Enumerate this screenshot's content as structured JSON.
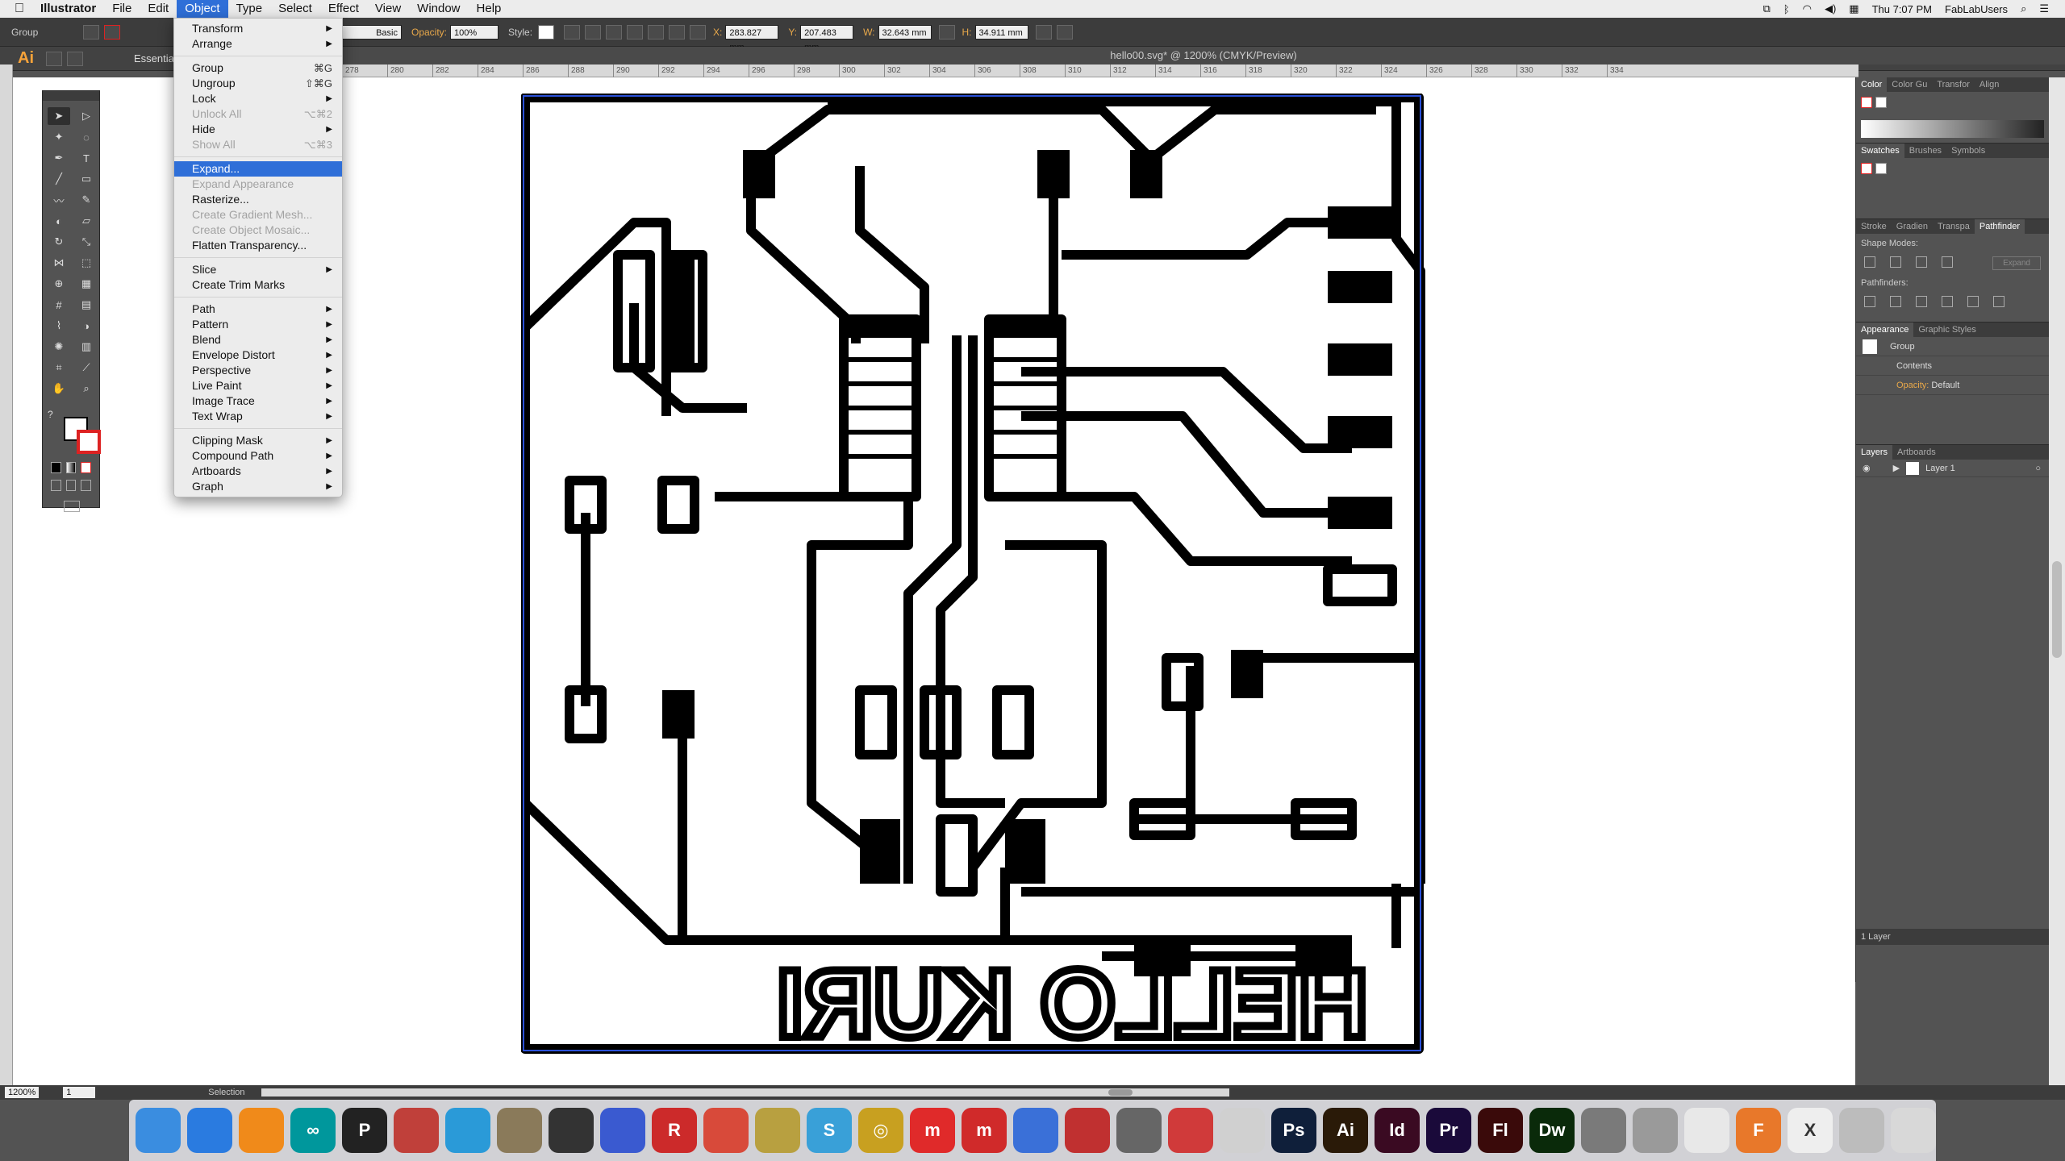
{
  "menubar": {
    "app_name": "Illustrator",
    "items": [
      "File",
      "Edit",
      "Object",
      "Type",
      "Select",
      "Effect",
      "View",
      "Window",
      "Help"
    ],
    "active_item": "Object",
    "clock": "Thu 7:07 PM",
    "user": "FabLabUsers"
  },
  "controlbar": {
    "selection_label": "Group",
    "stroke_style": "Basic",
    "opacity_label": "Opacity:",
    "opacity_value": "100%",
    "style_label": "Style:",
    "x_label": "X:",
    "x_value": "283.827 mm",
    "y_label": "Y:",
    "y_value": "207.483 mm",
    "w_label": "W:",
    "w_value": "32.643 mm",
    "h_label": "H:",
    "h_value": "34.911 mm"
  },
  "appbar": {
    "logo": "Ai",
    "workspace": "Essentials"
  },
  "document": {
    "tab_title": "hello00.svg* @ 1200% (CMYK/Preview)",
    "ruler_ticks": [
      "278",
      "280",
      "282",
      "284",
      "286",
      "288",
      "290",
      "292",
      "294",
      "296",
      "298",
      "300",
      "302",
      "304",
      "306",
      "308",
      "310",
      "312",
      "314",
      "316",
      "318",
      "320",
      "322",
      "324",
      "326",
      "328",
      "330",
      "332",
      "334"
    ]
  },
  "object_menu": {
    "items": [
      {
        "label": "Transform",
        "shortcut": "",
        "submenu": true,
        "disabled": false
      },
      {
        "label": "Arrange",
        "shortcut": "",
        "submenu": true,
        "disabled": false
      },
      {
        "sep": true
      },
      {
        "label": "Group",
        "shortcut": "⌘G",
        "submenu": false,
        "disabled": false
      },
      {
        "label": "Ungroup",
        "shortcut": "⇧⌘G",
        "submenu": false,
        "disabled": false
      },
      {
        "label": "Lock",
        "shortcut": "",
        "submenu": true,
        "disabled": false
      },
      {
        "label": "Unlock All",
        "shortcut": "⌥⌘2",
        "submenu": false,
        "disabled": true
      },
      {
        "label": "Hide",
        "shortcut": "",
        "submenu": true,
        "disabled": false
      },
      {
        "label": "Show All",
        "shortcut": "⌥⌘3",
        "submenu": false,
        "disabled": true
      },
      {
        "sep": true
      },
      {
        "label": "Expand...",
        "shortcut": "",
        "submenu": false,
        "disabled": false,
        "highlighted": true
      },
      {
        "label": "Expand Appearance",
        "shortcut": "",
        "submenu": false,
        "disabled": true
      },
      {
        "label": "Rasterize...",
        "shortcut": "",
        "submenu": false,
        "disabled": false
      },
      {
        "label": "Create Gradient Mesh...",
        "shortcut": "",
        "submenu": false,
        "disabled": true
      },
      {
        "label": "Create Object Mosaic...",
        "shortcut": "",
        "submenu": false,
        "disabled": true
      },
      {
        "label": "Flatten Transparency...",
        "shortcut": "",
        "submenu": false,
        "disabled": false
      },
      {
        "sep": true
      },
      {
        "label": "Slice",
        "shortcut": "",
        "submenu": true,
        "disabled": false
      },
      {
        "label": "Create Trim Marks",
        "shortcut": "",
        "submenu": false,
        "disabled": false
      },
      {
        "sep": true
      },
      {
        "label": "Path",
        "shortcut": "",
        "submenu": true,
        "disabled": false
      },
      {
        "label": "Pattern",
        "shortcut": "",
        "submenu": true,
        "disabled": false
      },
      {
        "label": "Blend",
        "shortcut": "",
        "submenu": true,
        "disabled": false
      },
      {
        "label": "Envelope Distort",
        "shortcut": "",
        "submenu": true,
        "disabled": false
      },
      {
        "label": "Perspective",
        "shortcut": "",
        "submenu": true,
        "disabled": false
      },
      {
        "label": "Live Paint",
        "shortcut": "",
        "submenu": true,
        "disabled": false
      },
      {
        "label": "Image Trace",
        "shortcut": "",
        "submenu": true,
        "disabled": false
      },
      {
        "label": "Text Wrap",
        "shortcut": "",
        "submenu": true,
        "disabled": false
      },
      {
        "sep": true
      },
      {
        "label": "Clipping Mask",
        "shortcut": "",
        "submenu": true,
        "disabled": false
      },
      {
        "label": "Compound Path",
        "shortcut": "",
        "submenu": true,
        "disabled": false
      },
      {
        "label": "Artboards",
        "shortcut": "",
        "submenu": true,
        "disabled": false
      },
      {
        "label": "Graph",
        "shortcut": "",
        "submenu": true,
        "disabled": false
      }
    ]
  },
  "artwork": {
    "board_text": "HELLO KURI",
    "outline_color": "#2a50d8"
  },
  "panels": {
    "color_tabs": [
      "Color",
      "Color Gu",
      "Transfor",
      "Align"
    ],
    "swatch_tabs": [
      "Swatches",
      "Brushes",
      "Symbols"
    ],
    "pathfinder_tabs": [
      "Stroke",
      "Gradien",
      "Transpa",
      "Pathfinder"
    ],
    "shape_modes_label": "Shape Modes:",
    "pathfinders_label": "Pathfinders:",
    "expand_label": "Expand",
    "appearance_tabs": [
      "Appearance",
      "Graphic Styles"
    ],
    "appearance_group": "Group",
    "appearance_contents": "Contents",
    "appearance_opacity_label": "Opacity:",
    "appearance_opacity_value": "Default",
    "layers_tabs": [
      "Layers",
      "Artboards"
    ],
    "layer_name": "Layer 1",
    "layers_count": "1 Layer"
  },
  "statusbar": {
    "zoom": "1200%",
    "artboard": "1",
    "tool": "Selection"
  },
  "dock": {
    "apps": [
      {
        "name": "finder-icon",
        "label": "",
        "color": "#3a8de0"
      },
      {
        "name": "safari-icon",
        "label": "",
        "color": "#2a7be0"
      },
      {
        "name": "vlc-icon",
        "label": "",
        "color": "#f08a1a"
      },
      {
        "name": "arduino-icon",
        "label": "∞",
        "color": "#00979c"
      },
      {
        "name": "pixelmator-icon",
        "label": "P",
        "color": "#222222"
      },
      {
        "name": "sketchup-icon",
        "label": "",
        "color": "#c0403a"
      },
      {
        "name": "paper-plane-icon",
        "label": "",
        "color": "#2a9ad8"
      },
      {
        "name": "gimp-icon",
        "label": "",
        "color": "#8a7a5a"
      },
      {
        "name": "inkscape-icon",
        "label": "",
        "color": "#333333"
      },
      {
        "name": "meshmixer-icon",
        "label": "",
        "color": "#3a5ad0"
      },
      {
        "name": "rhino-icon",
        "label": "R",
        "color": "#cc2a2a"
      },
      {
        "name": "bird-icon",
        "label": "",
        "color": "#d84a3a"
      },
      {
        "name": "cura-icon",
        "label": "",
        "color": "#b8a040"
      },
      {
        "name": "s-icon",
        "label": "S",
        "color": "#39a0d8"
      },
      {
        "name": "target-icon",
        "label": "◎",
        "color": "#c8a020"
      },
      {
        "name": "makerbot-icon",
        "label": "m",
        "color": "#e02a2a"
      },
      {
        "name": "makerware-icon",
        "label": "m",
        "color": "#d02a2a"
      },
      {
        "name": "app-blue-icon",
        "label": "",
        "color": "#3a70d8"
      },
      {
        "name": "autodesk-icon",
        "label": "",
        "color": "#c03030"
      },
      {
        "name": "ft-icon",
        "label": "",
        "color": "#666666"
      },
      {
        "name": "speedy-icon",
        "label": "",
        "color": "#d03a3a"
      },
      {
        "name": "preview-icon",
        "label": "",
        "color": "#d0d0d0"
      },
      {
        "name": "photoshop-icon",
        "label": "Ps",
        "color": "#0f1f3a"
      },
      {
        "name": "illustrator-icon",
        "label": "Ai",
        "color": "#2a1a08"
      },
      {
        "name": "indesign-icon",
        "label": "Id",
        "color": "#3a0a22"
      },
      {
        "name": "premiere-icon",
        "label": "Pr",
        "color": "#1a0a3a"
      },
      {
        "name": "flash-icon",
        "label": "Fl",
        "color": "#3a0a0a"
      },
      {
        "name": "dreamweaver-icon",
        "label": "Dw",
        "color": "#0a2a0a"
      },
      {
        "name": "calculator-icon",
        "label": "",
        "color": "#7a7a7a"
      },
      {
        "name": "image-capture-icon",
        "label": "",
        "color": "#9a9a9a"
      },
      {
        "name": "photos-icon",
        "label": "",
        "color": "#e8e8e8"
      },
      {
        "name": "fusion360-icon",
        "label": "F",
        "color": "#e8782a"
      },
      {
        "name": "x-icon",
        "label": "X",
        "color": "#eeeeee"
      },
      {
        "name": "downloads-icon",
        "label": "",
        "color": "#bcbcbc"
      },
      {
        "name": "trash-icon",
        "label": "",
        "color": "#d8d8d8"
      }
    ]
  }
}
